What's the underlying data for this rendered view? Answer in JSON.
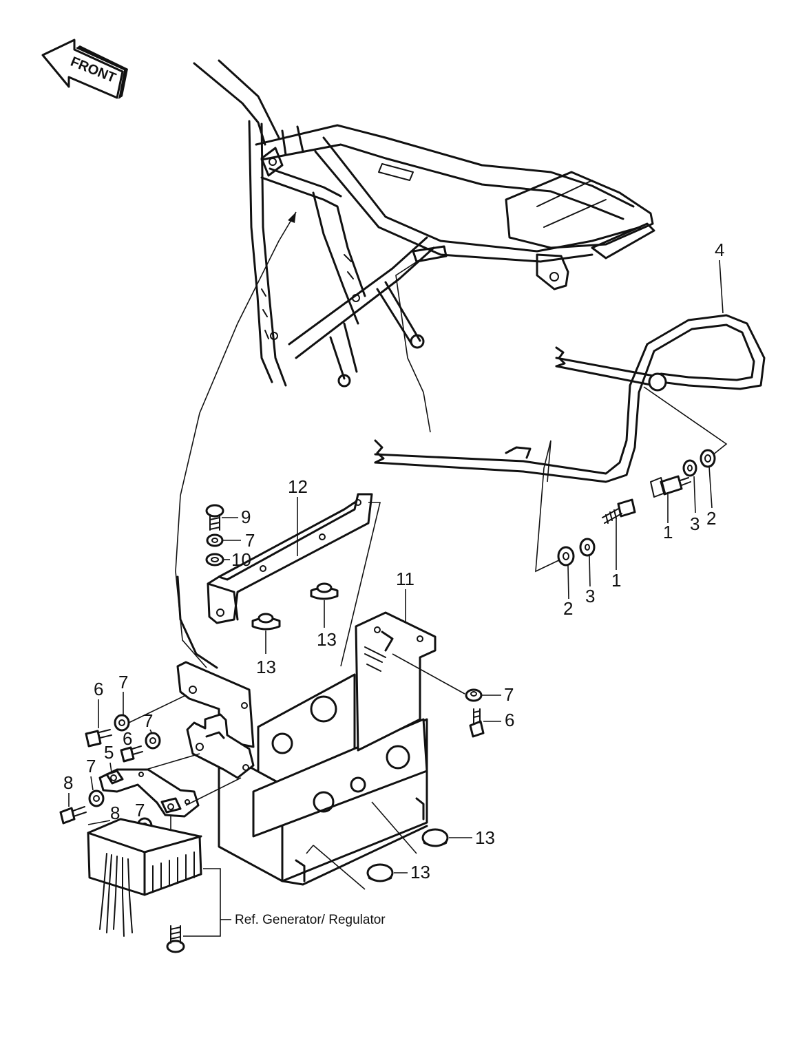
{
  "front_label": "FRONT",
  "ref_label": "Ref.  Generator/ Regulator",
  "callouts": {
    "c4": "4",
    "c1a": "1",
    "c3a": "3",
    "c2a": "2",
    "c1b": "1",
    "c3b": "3",
    "c2b": "2",
    "c12": "12",
    "c9": "9",
    "c7a": "7",
    "c10": "10",
    "c13a": "13",
    "c13b": "13",
    "c11": "11",
    "c7b": "7",
    "c6a": "6",
    "c6b": "6",
    "c7c": "7",
    "c7d": "7",
    "c6c": "6",
    "c5": "5",
    "c7e": "7",
    "c8a": "8",
    "c8b": "8",
    "c7f": "7",
    "c13c": "13",
    "c13d": "13"
  }
}
